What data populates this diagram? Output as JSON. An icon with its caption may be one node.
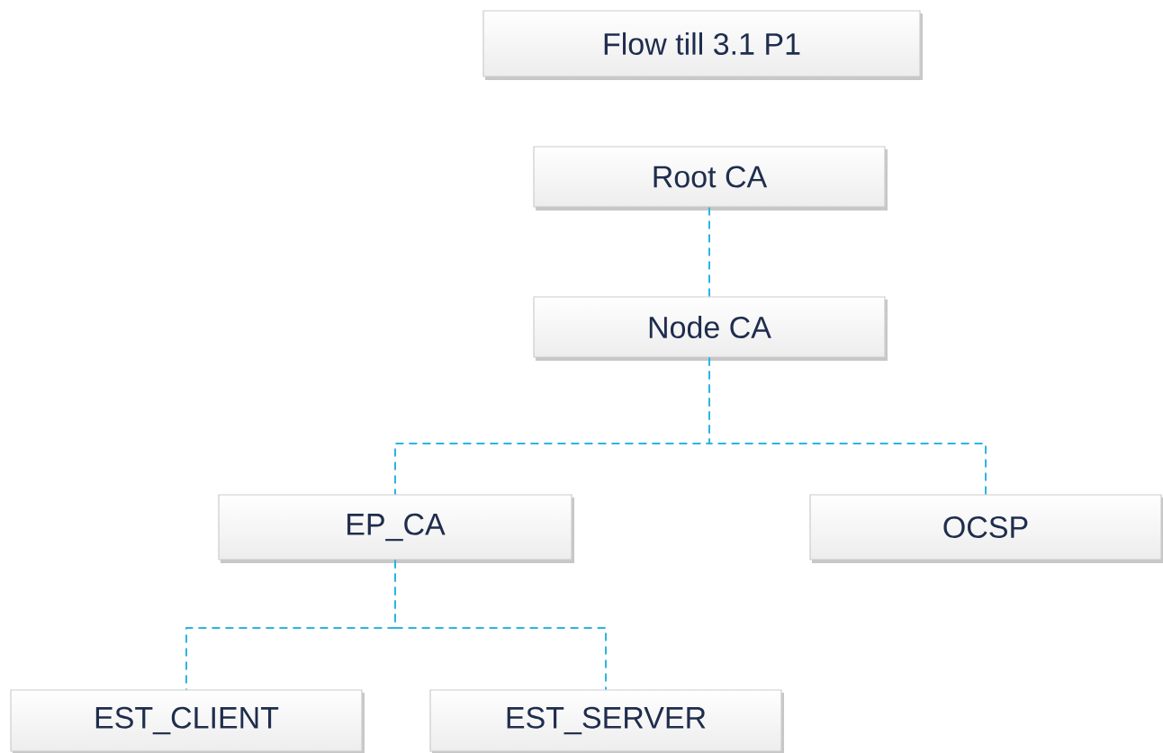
{
  "diagram": {
    "nodes": [
      {
        "text": [
          "Flow till 3.1 P1"
        ]
      },
      {
        "text": [
          "Root CA"
        ]
      },
      {
        "text": [
          "Node CA"
        ]
      },
      {
        "text": [
          "EP_CA"
        ]
      },
      {
        "text": [
          "OCSP"
        ]
      },
      {
        "text": [
          "EST_CLIENT"
        ]
      },
      {
        "text": [
          "EST_SERVER"
        ]
      }
    ],
    "edges": [
      {
        "from": 1,
        "to": 2,
        "arrow": "none",
        "style": "dashed",
        "color": "#2bb5e0"
      },
      {
        "from": 2,
        "to": 3,
        "arrow": "none",
        "style": "dashed",
        "color": "#2bb5e0"
      },
      {
        "from": 2,
        "to": 4,
        "arrow": "none",
        "style": "dashed",
        "color": "#2bb5e0"
      },
      {
        "from": 3,
        "to": 5,
        "arrow": "none",
        "style": "dashed",
        "color": "#2bb5e0"
      },
      {
        "from": 3,
        "to": 6,
        "arrow": "none",
        "style": "dashed",
        "color": "#2bb5e0"
      }
    ]
  }
}
